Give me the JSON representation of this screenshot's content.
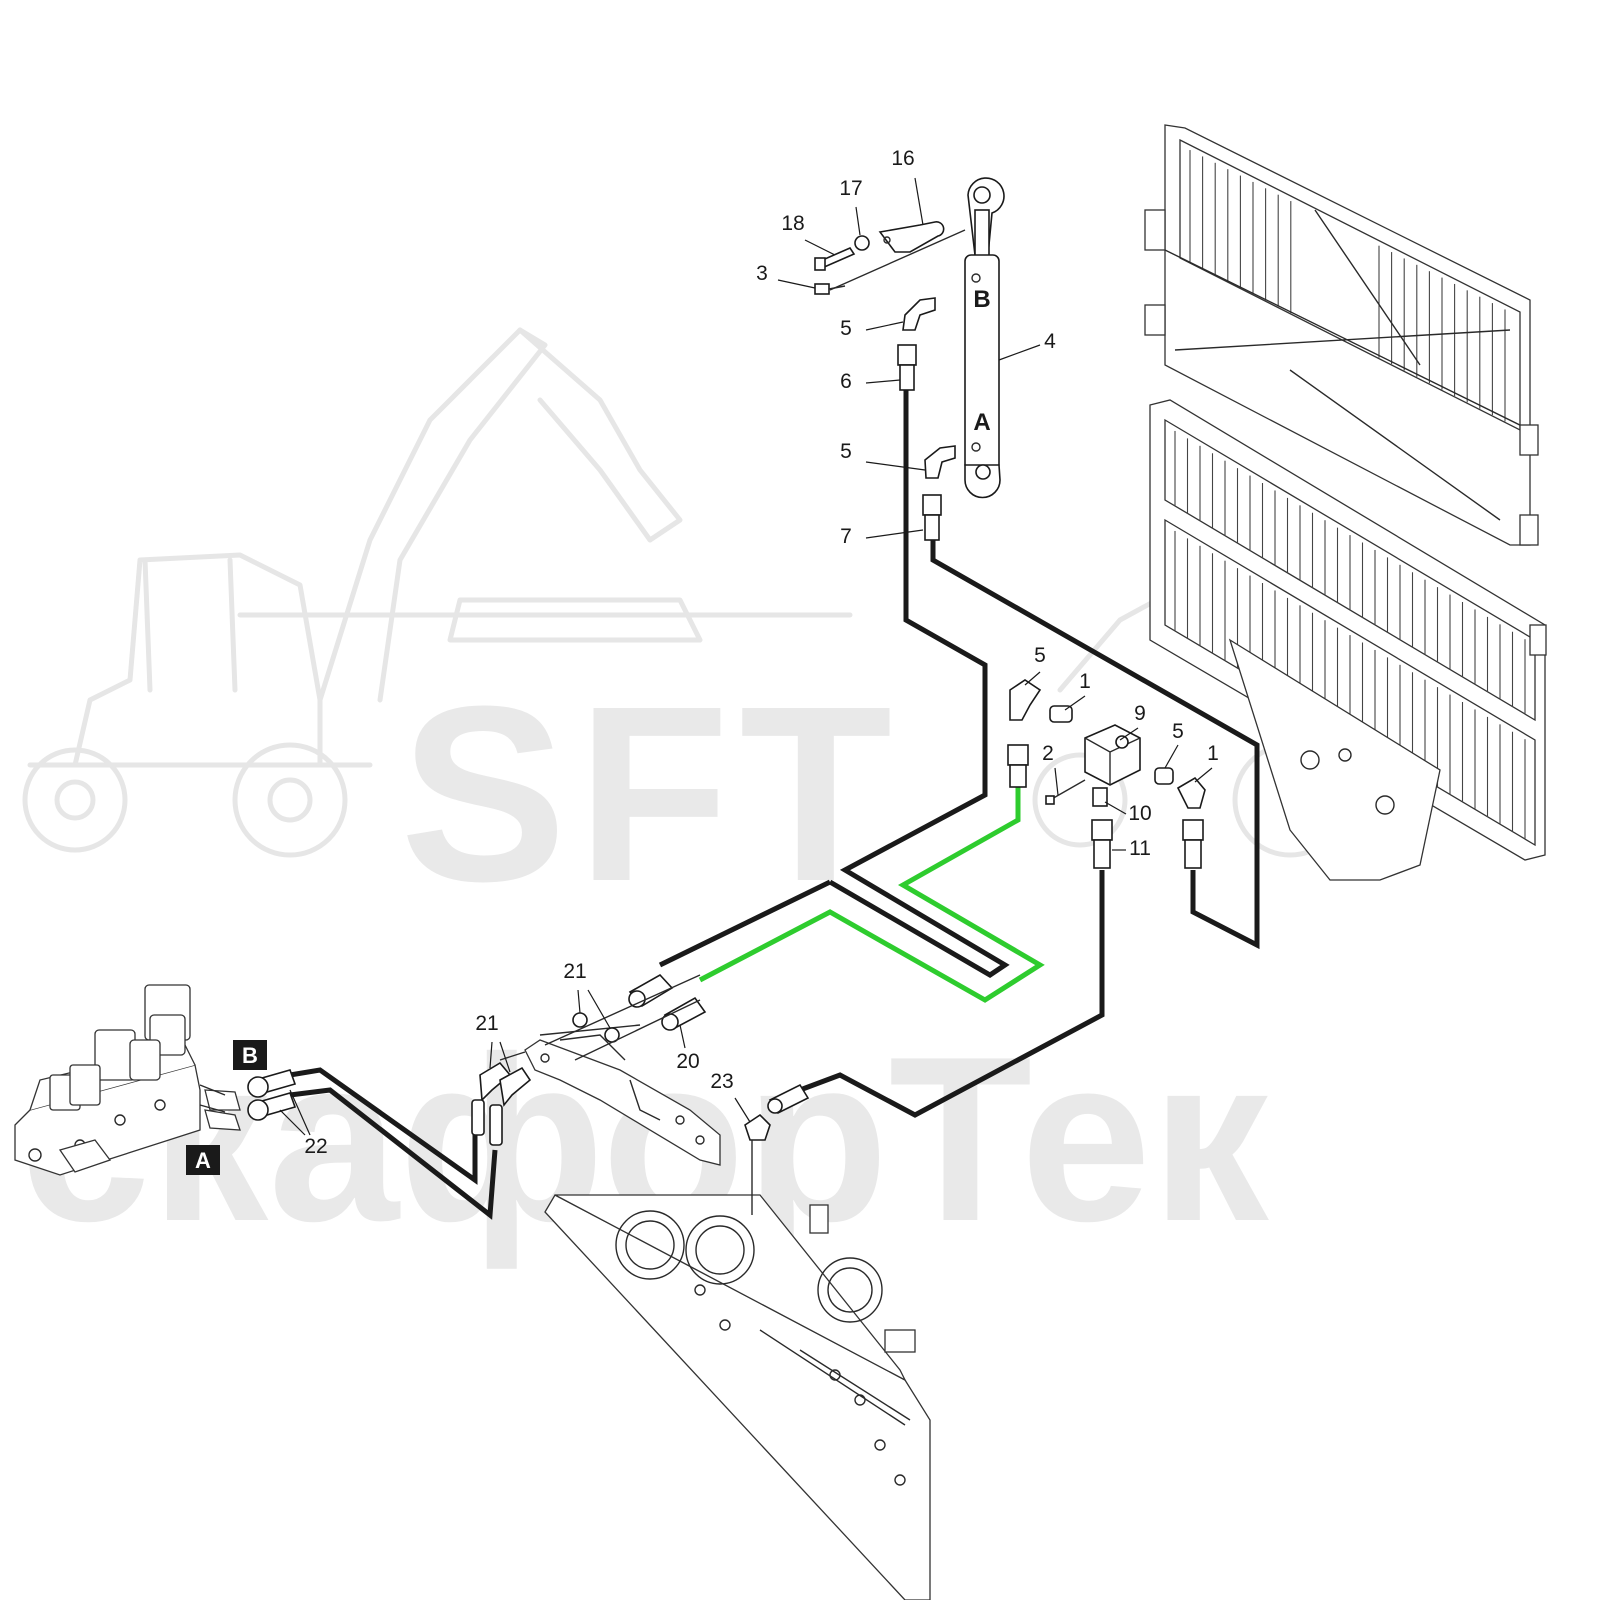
{
  "watermark": {
    "logo_text": "SFT",
    "brand_text": "скафорТек"
  },
  "colors": {
    "hose": "#1a1a1a",
    "highlighted_hose": "#2ecc2e",
    "watermark": "#e9e9e9"
  },
  "port_labels": {
    "cylinder_top": "B",
    "cylinder_bottom": "A",
    "valve_block_upper": "B",
    "valve_block_lower": "A"
  },
  "callouts": [
    {
      "id": "c16",
      "label": "16"
    },
    {
      "id": "c17",
      "label": "17"
    },
    {
      "id": "c18",
      "label": "18"
    },
    {
      "id": "c3",
      "label": "3"
    },
    {
      "id": "c5a",
      "label": "5"
    },
    {
      "id": "c6",
      "label": "6"
    },
    {
      "id": "c4",
      "label": "4"
    },
    {
      "id": "c5b",
      "label": "5"
    },
    {
      "id": "c7",
      "label": "7"
    },
    {
      "id": "c5c",
      "label": "5"
    },
    {
      "id": "c1a",
      "label": "1"
    },
    {
      "id": "c9",
      "label": "9"
    },
    {
      "id": "c2",
      "label": "2"
    },
    {
      "id": "c5d",
      "label": "5"
    },
    {
      "id": "c1b",
      "label": "1"
    },
    {
      "id": "c10",
      "label": "10"
    },
    {
      "id": "c11",
      "label": "11"
    },
    {
      "id": "c21a",
      "label": "21"
    },
    {
      "id": "c21b",
      "label": "21"
    },
    {
      "id": "c20",
      "label": "20"
    },
    {
      "id": "c23",
      "label": "23"
    },
    {
      "id": "c22",
      "label": "22"
    }
  ]
}
